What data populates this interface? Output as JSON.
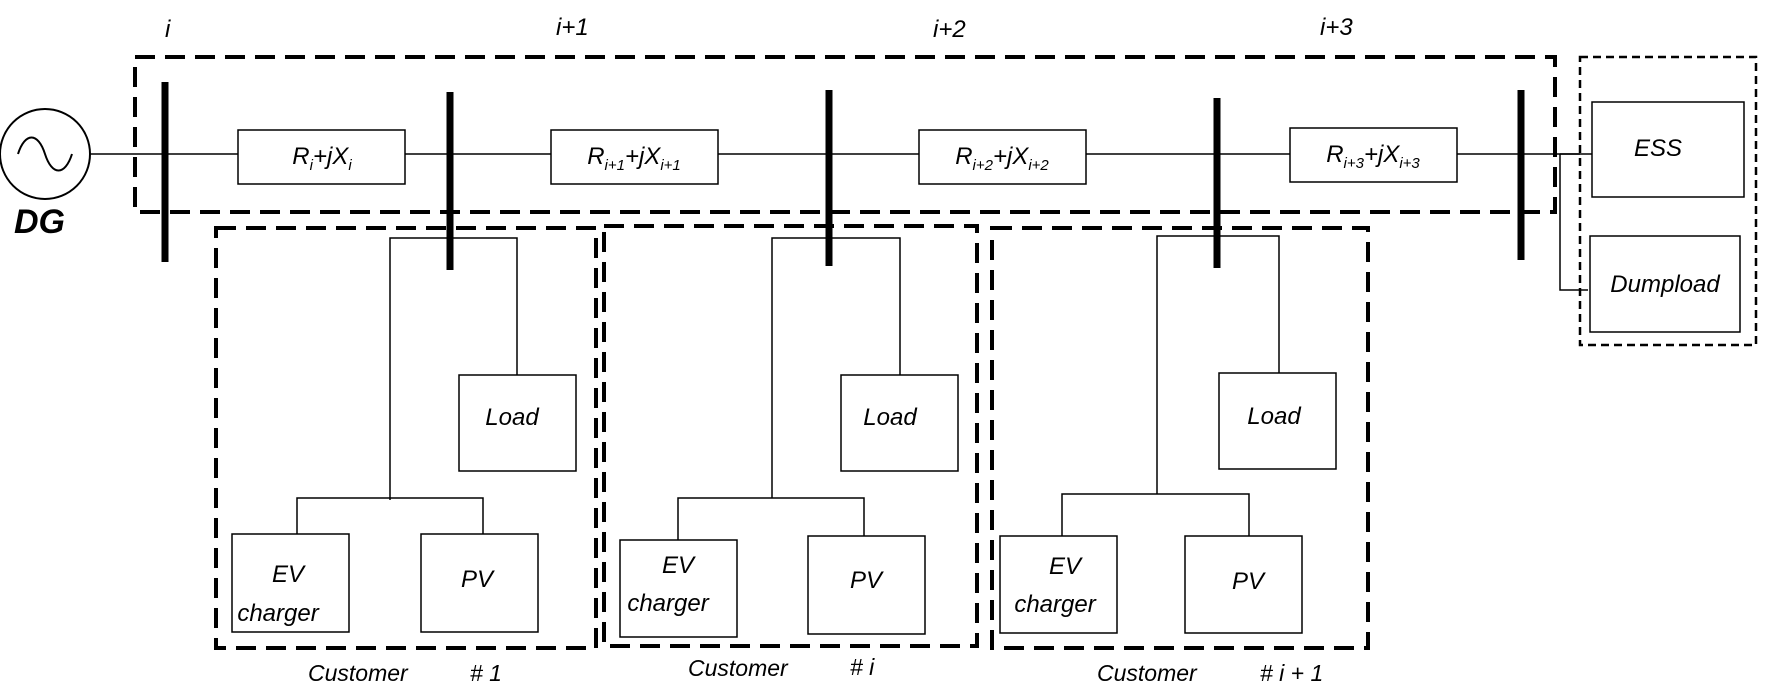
{
  "source": {
    "label": "DG"
  },
  "buses": [
    {
      "label": "i"
    },
    {
      "label": "i+1"
    },
    {
      "label": "i+2"
    },
    {
      "label": "i+3"
    }
  ],
  "impedances": [
    {
      "r": "R",
      "x": "+jX",
      "sub": "i"
    },
    {
      "r": "R",
      "x": "+jX",
      "sub": "i+1"
    },
    {
      "r": "R",
      "x": "+jX",
      "sub": "i+2"
    },
    {
      "r": "R",
      "x": "+jX",
      "sub": "i+3"
    }
  ],
  "end_devices": {
    "ess": "ESS",
    "dumpload": "Dumpload"
  },
  "customers": [
    {
      "label": "Customer",
      "num": "# 1",
      "load": "Load",
      "ev1": "EV",
      "ev2": "charger",
      "pv": "PV"
    },
    {
      "label": "Customer",
      "num": "# i",
      "load": "Load",
      "ev1": "EV",
      "ev2": "charger",
      "pv": "PV"
    },
    {
      "label": "Customer",
      "num": "# i + 1",
      "load": "Load",
      "ev1": "EV",
      "ev2": "charger",
      "pv": "PV"
    }
  ]
}
